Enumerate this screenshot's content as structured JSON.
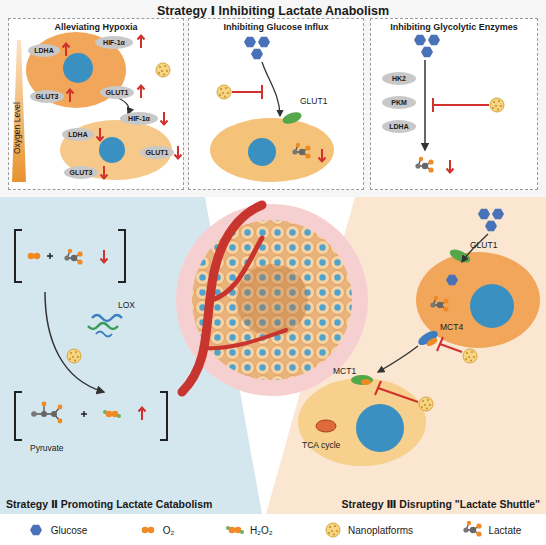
{
  "diagram": {
    "nodes": [
      {
        "text": [
          "Strategy Ⅰ Inhibiting Lactate Anabolism"
        ]
      },
      {
        "text": [
          "Alleviating Hypoxia"
        ],
        "in": 0
      },
      {
        "text": [
          "LDHA"
        ],
        "in": 1
      },
      {
        "text": [
          "HIF-1α"
        ],
        "in": 1
      },
      {
        "text": [
          "GLUT3"
        ],
        "in": 1
      },
      {
        "text": [
          "GLUT1"
        ],
        "in": 1
      },
      {
        "text": [
          "HIF-1α"
        ],
        "in": 1
      },
      {
        "text": [
          "LDHA"
        ],
        "in": 1
      },
      {
        "text": [
          "GLUT1"
        ],
        "in": 1
      },
      {
        "text": [
          "GLUT3"
        ],
        "in": 1
      },
      {
        "text": [
          "Inhibiting Glucose Influx"
        ],
        "in": 0
      },
      {
        "text": [
          "Inhibiting Glycolytic Enzymes"
        ],
        "in": 0
      },
      {
        "text": [
          "HK2"
        ],
        "in": 11
      },
      {
        "text": [
          "PKM"
        ],
        "in": 11
      },
      {
        "text": [
          "LDHA"
        ],
        "in": 11
      },
      {
        "text": [
          "Strategy Ⅱ Promoting Lactate Catabolism"
        ]
      },
      {
        "text": [
          "Strategy Ⅲ Disrupting \"Lactate Shuttle\""
        ]
      }
    ],
    "labels": [
      "Oxygen Level",
      "GLUT1",
      "LOX",
      "Pyruvate",
      "GLUT1",
      "MCT4",
      "MCT1",
      "TCA cycle"
    ],
    "legend": [
      {
        "text": "Glucose"
      },
      {
        "text": "O₂"
      },
      {
        "text": "H₂O₂"
      },
      {
        "text": "Nanoplatforms"
      },
      {
        "text": "Lactate"
      }
    ]
  }
}
